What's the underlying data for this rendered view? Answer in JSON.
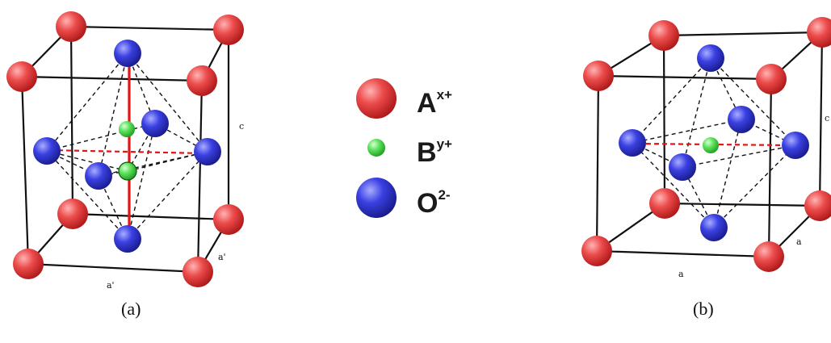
{
  "legend": {
    "items": [
      {
        "symbol": "A",
        "superscript": "x+",
        "color": "#e53b3b"
      },
      {
        "symbol": "B",
        "superscript": "y+",
        "color": "#4cd64c"
      },
      {
        "symbol": "O",
        "superscript": "2-",
        "color": "#2f35d8"
      }
    ]
  },
  "panels": {
    "a": {
      "caption": "(a)",
      "edge_labels": {
        "c": "c",
        "a_bottom": "a'",
        "a_side": "a'"
      }
    },
    "b": {
      "caption": "(b)",
      "edge_labels": {
        "c": "c",
        "a_bottom": "a",
        "a_side": "a"
      }
    }
  },
  "colors": {
    "cation_A": "#e53b3b",
    "cation_B": "#4cd64c",
    "anion_O": "#2f35d8",
    "distortion_axis": "#e01616",
    "cell_edge": "#111111"
  }
}
